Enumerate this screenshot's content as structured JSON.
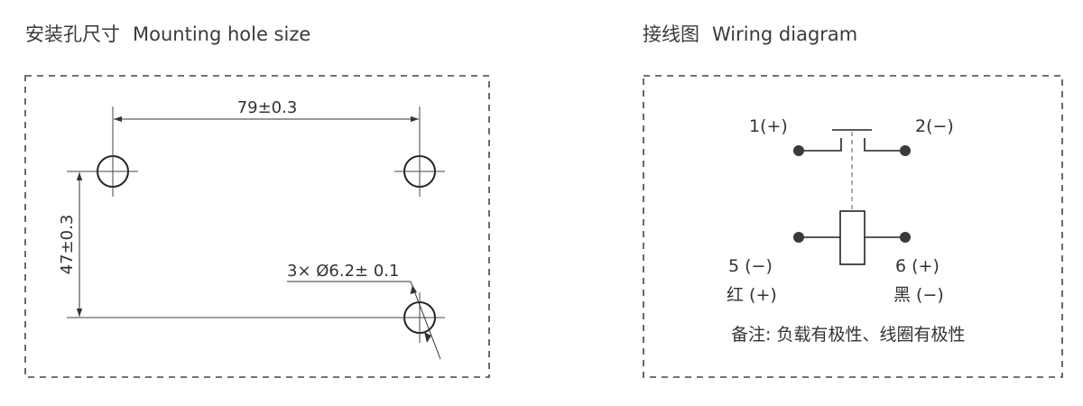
{
  "mounting": {
    "title_cn": "安装孔尺寸",
    "title_en": "Mounting hole size",
    "dim_horizontal": "79±0.3",
    "dim_vertical": "47±0.3",
    "dim_hole": "3× Ø6.2± 0.1"
  },
  "wiring": {
    "title_cn": "接线图",
    "title_en": "Wiring diagram",
    "pin1": "1(+)",
    "pin2": "2(−)",
    "pin5": "5 (−)",
    "pin6": "6 (+)",
    "red_label": "红 (+)",
    "black_label": "黑 (−)",
    "note": "备注: 负载有极性、线圈有极性"
  }
}
